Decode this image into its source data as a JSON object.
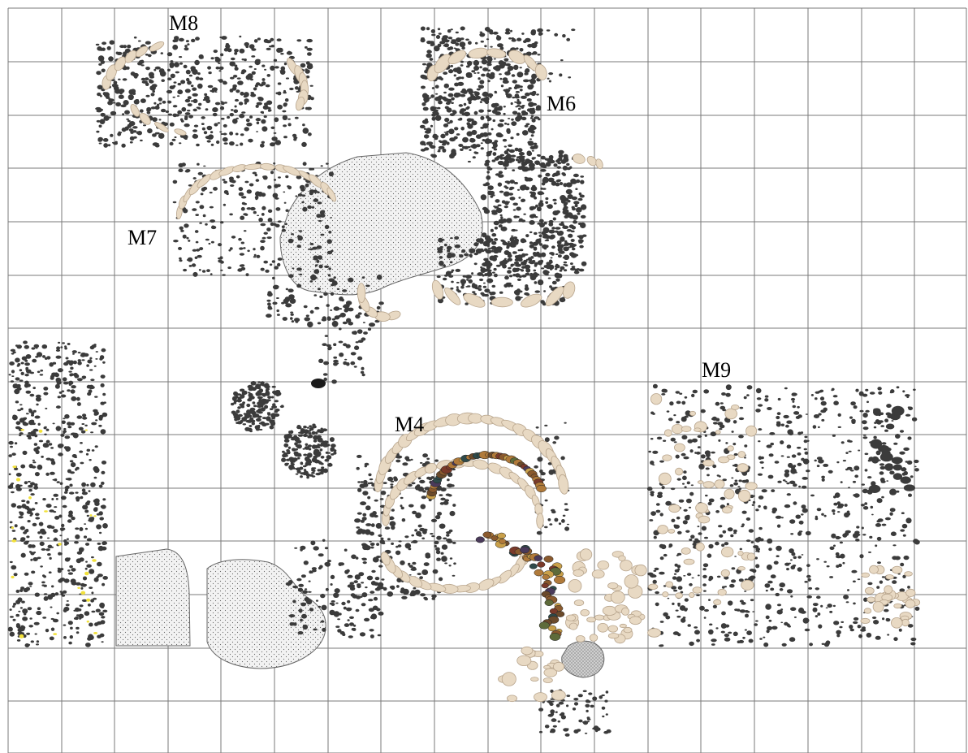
{
  "labels": {
    "m8": "M8",
    "m6": "M6",
    "m7": "M7",
    "m9": "M9",
    "m4": "M4"
  },
  "colors": {
    "grid": "#7a7a7a",
    "dark_stone": "#3b3b3b",
    "light_stone": "#e8d9c3",
    "sand_fill": "#efefef",
    "yellow_stone": "#f2e13a"
  },
  "multicolor_stones": [
    "#6b4a2b",
    "#8a5a2e",
    "#b07a3a",
    "#5e6b3a",
    "#2e4a4a",
    "#7a3a2a",
    "#c9a04a",
    "#4a3a5a"
  ]
}
